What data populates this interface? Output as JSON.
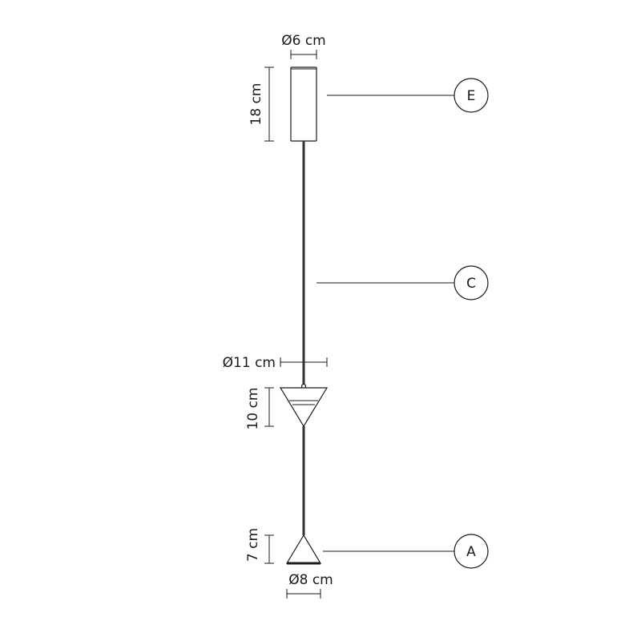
{
  "dimensions": {
    "canopy_diameter": "Ø6 cm",
    "canopy_height": "18 cm",
    "upper_cone_diameter": "Ø11 cm",
    "upper_cone_height": "10 cm",
    "lower_cone_height": "7 cm",
    "lower_cone_diameter": "Ø8 cm"
  },
  "callouts": {
    "canopy": "E",
    "cable": "C",
    "lower_cone": "A"
  },
  "colors": {
    "line": "#1a1a1a",
    "cable": "#333333",
    "background": "#ffffff"
  }
}
